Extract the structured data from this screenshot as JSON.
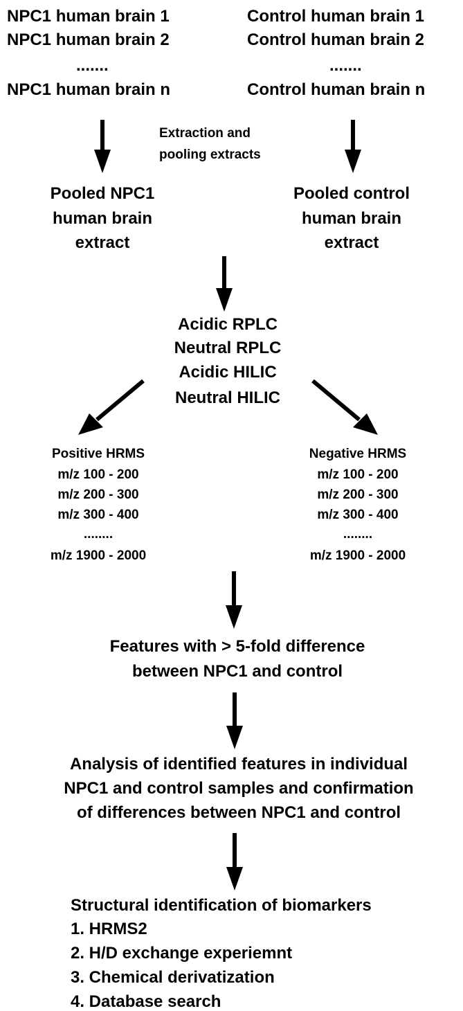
{
  "sources": {
    "npc1": [
      "NPC1 human brain 1",
      "NPC1 human brain 2",
      ".......",
      "NPC1 human brain n"
    ],
    "control": [
      "Control human brain 1",
      "Control human brain 2",
      ".......",
      "Control human brain n"
    ]
  },
  "extraction_label": [
    "Extraction and",
    "pooling extracts"
  ],
  "pooled": {
    "npc1": [
      "Pooled NPC1",
      "human brain",
      "extract"
    ],
    "control": [
      "Pooled control",
      "human brain",
      "extract"
    ]
  },
  "chromatography": [
    "Acidic RPLC",
    "Neutral RPLC",
    "Acidic HILIC",
    "Neutral HILIC"
  ],
  "hrms": {
    "positive": [
      "Positive HRMS",
      "m/z 100 - 200",
      "m/z 200 - 300",
      "m/z 300 - 400",
      "........",
      "m/z 1900 - 2000"
    ],
    "negative": [
      "Negative HRMS",
      "m/z 100 - 200",
      "m/z 200 - 300",
      "m/z 300 - 400",
      "........",
      "m/z 1900 - 2000"
    ]
  },
  "features": [
    "Features with > 5-fold difference",
    "between NPC1 and control"
  ],
  "analysis": [
    "Analysis of identified features in individual",
    "NPC1 and control samples and confirmation",
    "of differences between NPC1 and control"
  ],
  "structural": {
    "title": "Structural identification of biomarkers",
    "steps": [
      "1. HRMS2",
      "2. H/D exchange experiemnt",
      "3. Chemical derivatization",
      "4. Database search"
    ]
  }
}
